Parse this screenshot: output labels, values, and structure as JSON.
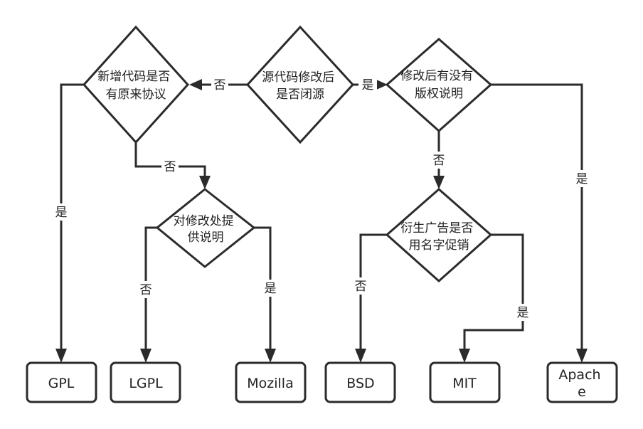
{
  "decisions": {
    "closed_source": [
      "源代码修改后",
      "是否闭源"
    ],
    "new_code_license": [
      "新增代码是否",
      "有原来协议"
    ],
    "copyright_notice": [
      "修改后有没有",
      "版权说明"
    ],
    "modification_notice": [
      "对修改处提",
      "供说明"
    ],
    "derived_ads": [
      "衍生广告是否",
      "用名字促销"
    ]
  },
  "licenses": {
    "gpl": [
      "GPL"
    ],
    "lgpl": [
      "LGPL"
    ],
    "mozilla": [
      "Mozilla"
    ],
    "bsd": [
      "BSD"
    ],
    "mit": [
      "MIT"
    ],
    "apache": [
      "Apach",
      "e"
    ]
  },
  "edge_labels": {
    "closed_to_newcode": "否",
    "closed_to_copyright": "是",
    "newcode_to_gpl": "是",
    "newcode_to_modnotice": "否",
    "modnotice_to_lgpl": "否",
    "modnotice_to_mozilla": "是",
    "copyright_to_apache": "是",
    "copyright_to_ads": "否",
    "ads_to_bsd": "否",
    "ads_to_mit": "是"
  }
}
